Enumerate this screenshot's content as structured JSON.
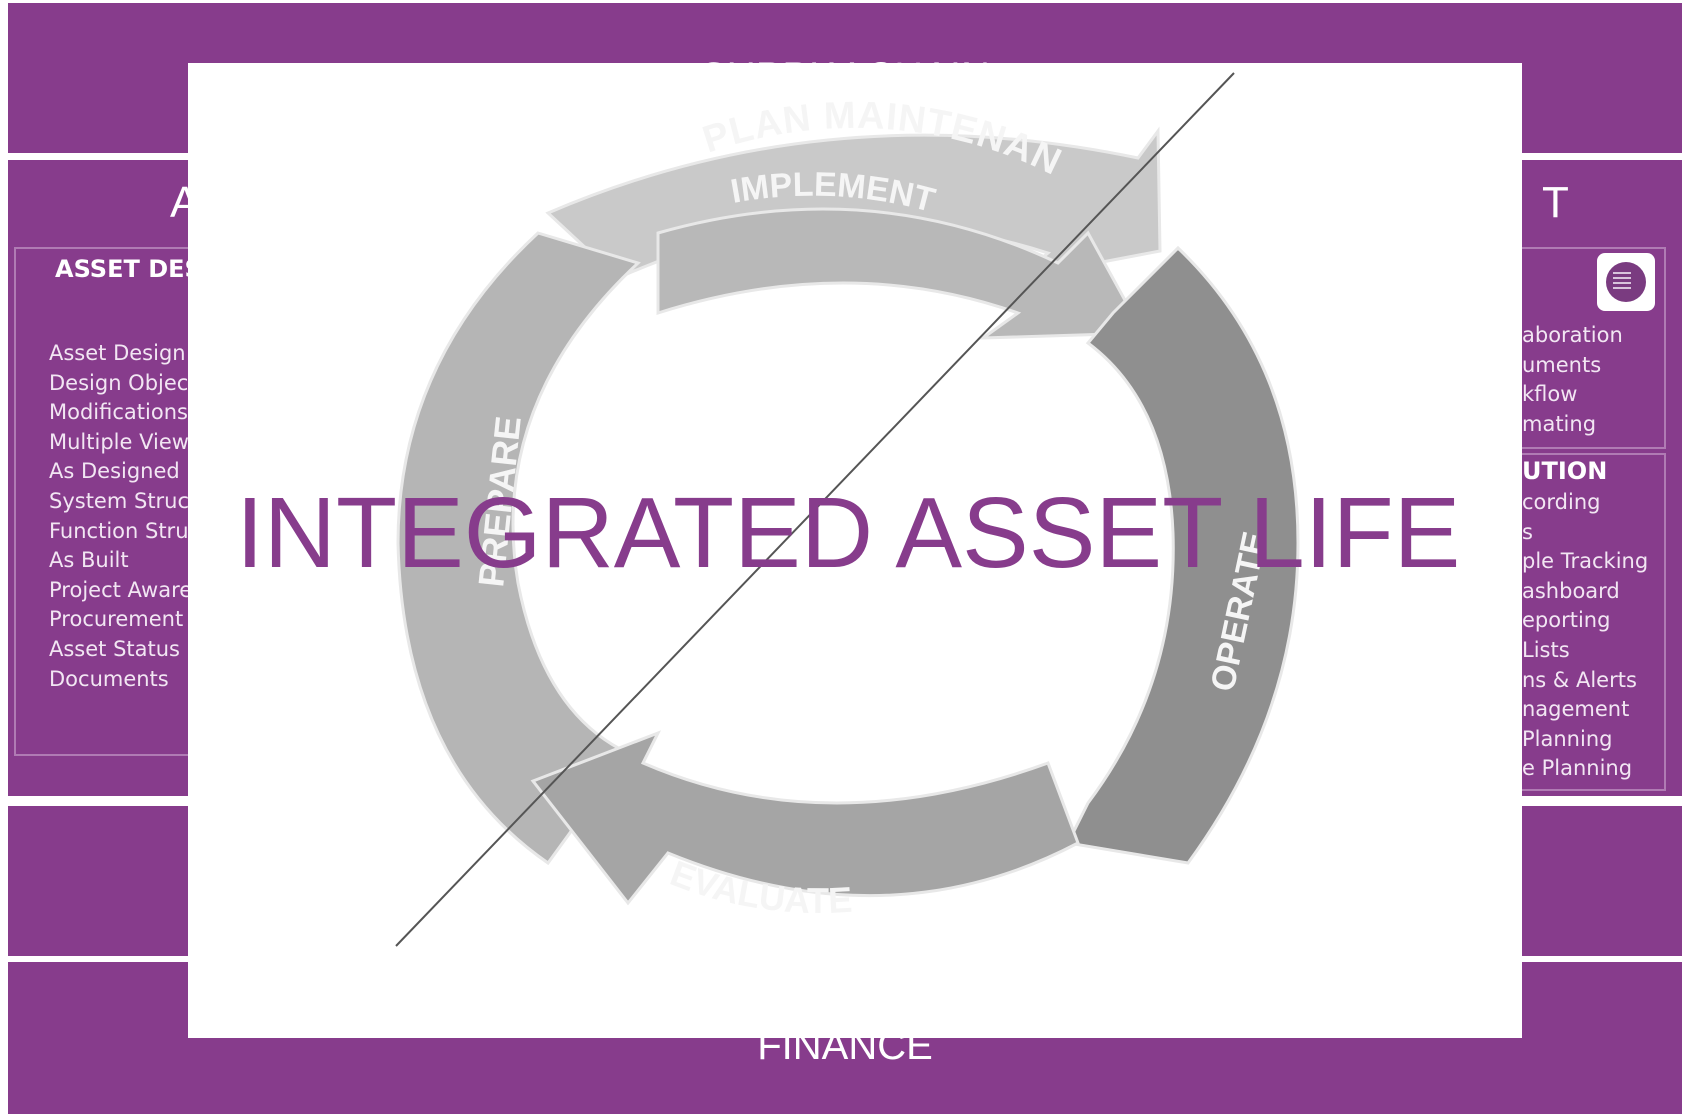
{
  "bands": {
    "supply_chain": "SUPPLY CHAIN",
    "left_top_partial": "A",
    "right_top_partial": "T",
    "finance": "FINANCE"
  },
  "left_panel": {
    "heading": "ASSET DESIG",
    "items": [
      "Asset Design",
      "Design Objects",
      "Modifications",
      "Multiple Views",
      "As Designed",
      "System Structure",
      "Function Structure",
      "As Built",
      "Project Aware",
      "Procurement",
      "Asset Status",
      "Documents"
    ]
  },
  "right_panel": {
    "top_items": [
      "aboration",
      "uments",
      "kflow",
      "mating"
    ],
    "heading": "UTION",
    "items": [
      "cording",
      "s",
      "ple  Tracking",
      "ashboard",
      "eporting",
      "Lists",
      "ns & Alerts",
      "nagement",
      "Planning",
      "e Planning"
    ]
  },
  "cycle": {
    "plan_maintenance": "PLAN MAINTENANCE",
    "implement": "IMPLEMENT",
    "prepare": "PREPARE",
    "operate": "OPERATE",
    "evaluate": "EVALUATE"
  },
  "title": "INTEGRATED ASSET LIFE",
  "colors": {
    "brand_purple": "#873c8c",
    "arrow_light": "#c2c2c2",
    "arrow_mid": "#b0b0b0",
    "arrow_dark": "#8e8e8e"
  },
  "icons": [
    "calendar-icon"
  ]
}
